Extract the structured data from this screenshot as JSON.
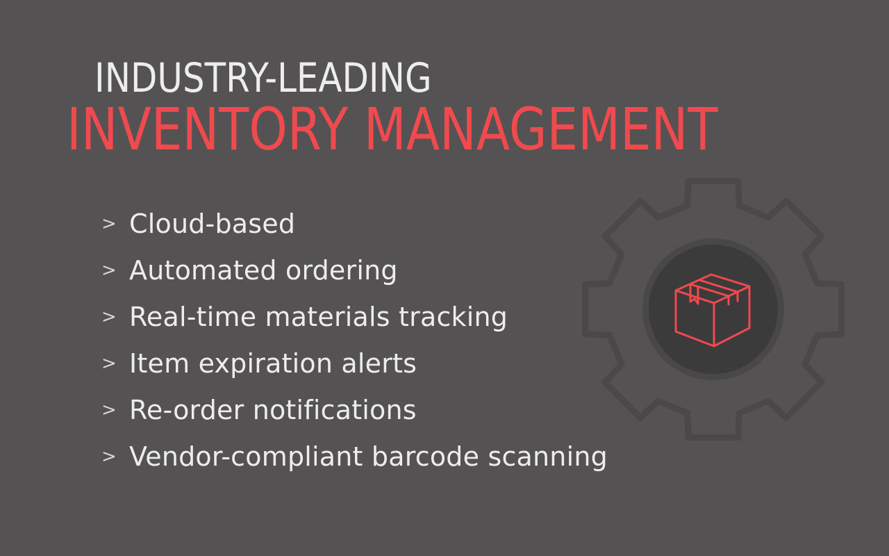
{
  "headline": {
    "top": "INDUSTRY-LEADING",
    "main": "INVENTORY MANAGEMENT"
  },
  "features": {
    "marker": ">",
    "items": [
      "Cloud-based",
      "Automated ordering",
      "Real-time materials tracking",
      "Item expiration alerts",
      "Re-order notifications",
      "Vendor-compliant barcode scanning"
    ]
  },
  "graphic": {
    "icons": [
      "gear-icon",
      "package-box-icon"
    ]
  },
  "colors": {
    "background": "#545253",
    "heading_light": "#ededed",
    "accent_red": "#f04a4f",
    "gear_outline": "#4a4849",
    "icon_circle": "#3c3b3c"
  }
}
